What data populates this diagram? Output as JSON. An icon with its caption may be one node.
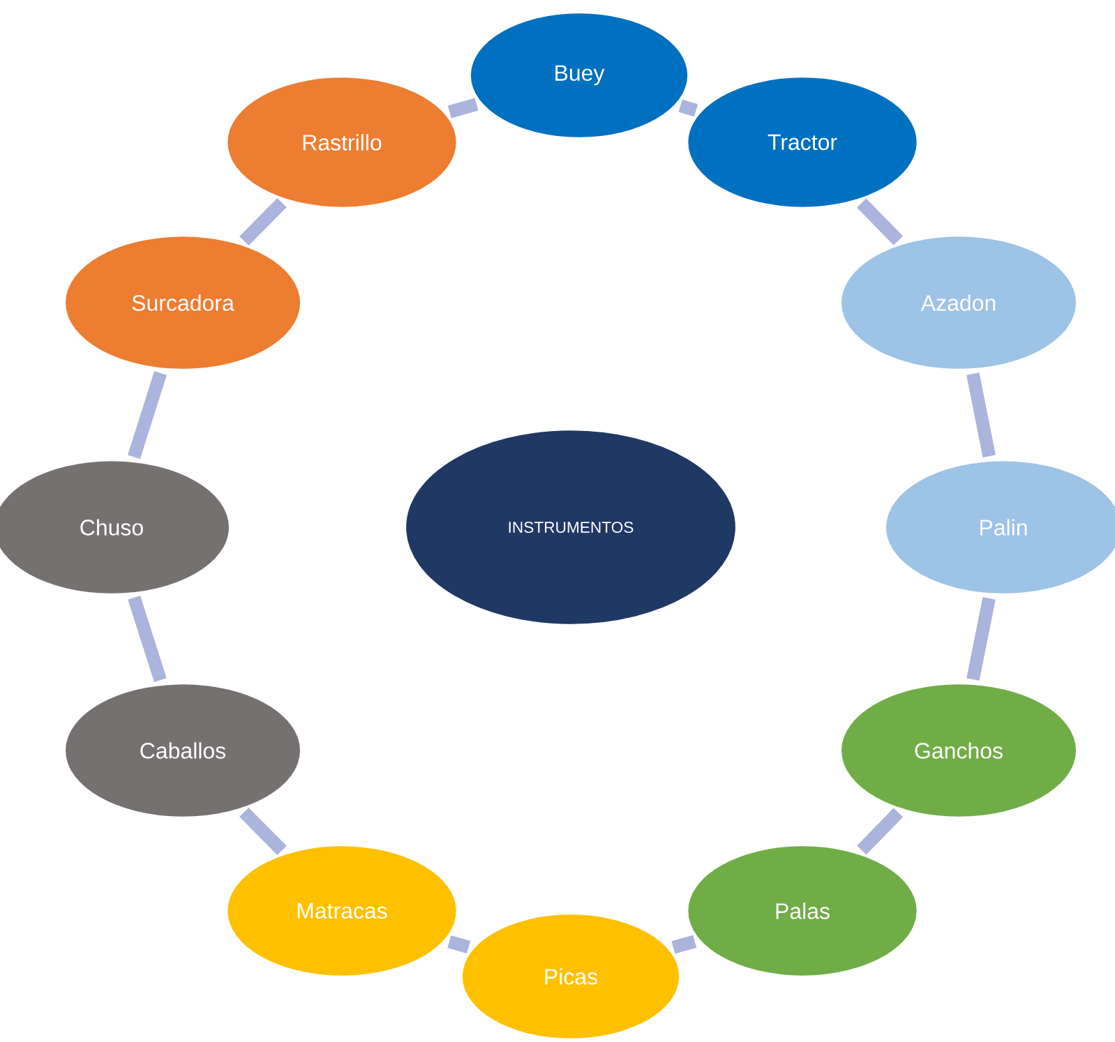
{
  "diagram": {
    "nodes": [
      {
        "text": [
          "INSTRUMENTOS"
        ]
      },
      {
        "text": [
          "Buey"
        ]
      },
      {
        "text": [
          "Tractor"
        ]
      },
      {
        "text": [
          "Azadon"
        ]
      },
      {
        "text": [
          "Palin"
        ]
      },
      {
        "text": [
          "Ganchos"
        ]
      },
      {
        "text": [
          "Palas"
        ]
      },
      {
        "text": [
          "Picas"
        ]
      },
      {
        "text": [
          "Matracas"
        ]
      },
      {
        "text": [
          "Caballos"
        ]
      },
      {
        "text": [
          "Chuso"
        ]
      },
      {
        "text": [
          "Surcadora"
        ]
      },
      {
        "text": [
          "Rastrillo"
        ]
      }
    ],
    "edges": [
      {
        "from": 1,
        "to": 2,
        "arrow": "none"
      },
      {
        "from": 2,
        "to": 3,
        "arrow": "none"
      },
      {
        "from": 3,
        "to": 4,
        "arrow": "none"
      },
      {
        "from": 4,
        "to": 5,
        "arrow": "none"
      },
      {
        "from": 5,
        "to": 6,
        "arrow": "none"
      },
      {
        "from": 6,
        "to": 7,
        "arrow": "none"
      },
      {
        "from": 7,
        "to": 8,
        "arrow": "none"
      },
      {
        "from": 8,
        "to": 9,
        "arrow": "none"
      },
      {
        "from": 9,
        "to": 10,
        "arrow": "none"
      },
      {
        "from": 10,
        "to": 11,
        "arrow": "none"
      },
      {
        "from": 11,
        "to": 12,
        "arrow": "none"
      },
      {
        "from": 12,
        "to": 1,
        "arrow": "none"
      }
    ]
  }
}
